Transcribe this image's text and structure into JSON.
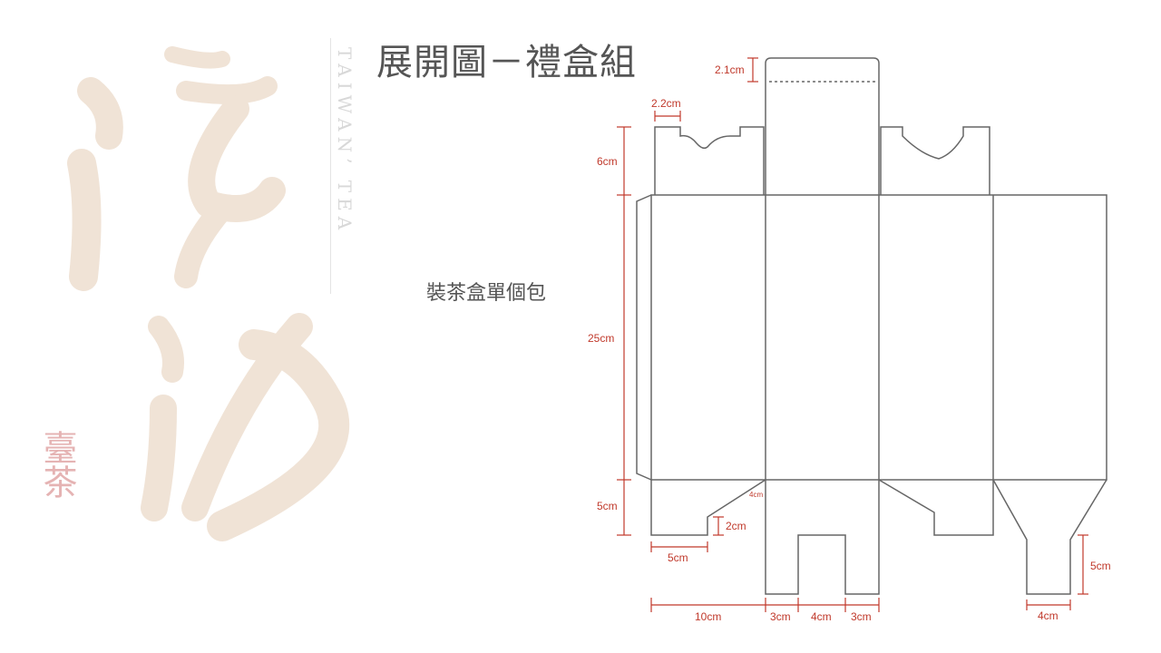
{
  "slide": {
    "title": "展開圖－禮盒組",
    "subtitle": "裝茶盒單個包",
    "vertical_text": "TAIWAN’ TEA",
    "seal_text": "臺茶"
  },
  "diagram": {
    "line_color": "#666666",
    "dimension_color": "#c0392b",
    "dimensions": {
      "flap_top": "2.1cm",
      "tab_width": "2.2cm",
      "top_flap_height": "6cm",
      "panel_height": "25cm",
      "bottom_flap_height": "5cm",
      "notch_height": "2cm",
      "bottom_tab_width": "5cm",
      "small_label": "4cm",
      "right_tab_height": "5cm",
      "right_tab_width": "4cm",
      "bottom_10": "10cm",
      "bottom_3a": "3cm",
      "bottom_4": "4cm",
      "bottom_3b": "3cm"
    }
  }
}
